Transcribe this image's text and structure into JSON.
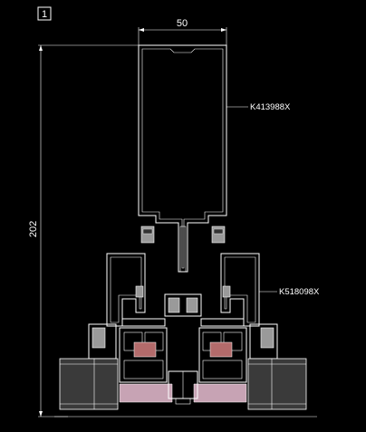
{
  "sheet_number": "1",
  "dimensions": {
    "width_label": "50",
    "height_label": "202"
  },
  "callouts": [
    {
      "code": "K413988X"
    },
    {
      "code": "K518098X"
    }
  ],
  "colors": {
    "background": "#000000",
    "profile_line": "#ffffff",
    "gasket": "#9a9a9a",
    "thermal_break": "#b36b6b",
    "insulation": "#c7a3b4",
    "glass": "#3a3a3a"
  }
}
